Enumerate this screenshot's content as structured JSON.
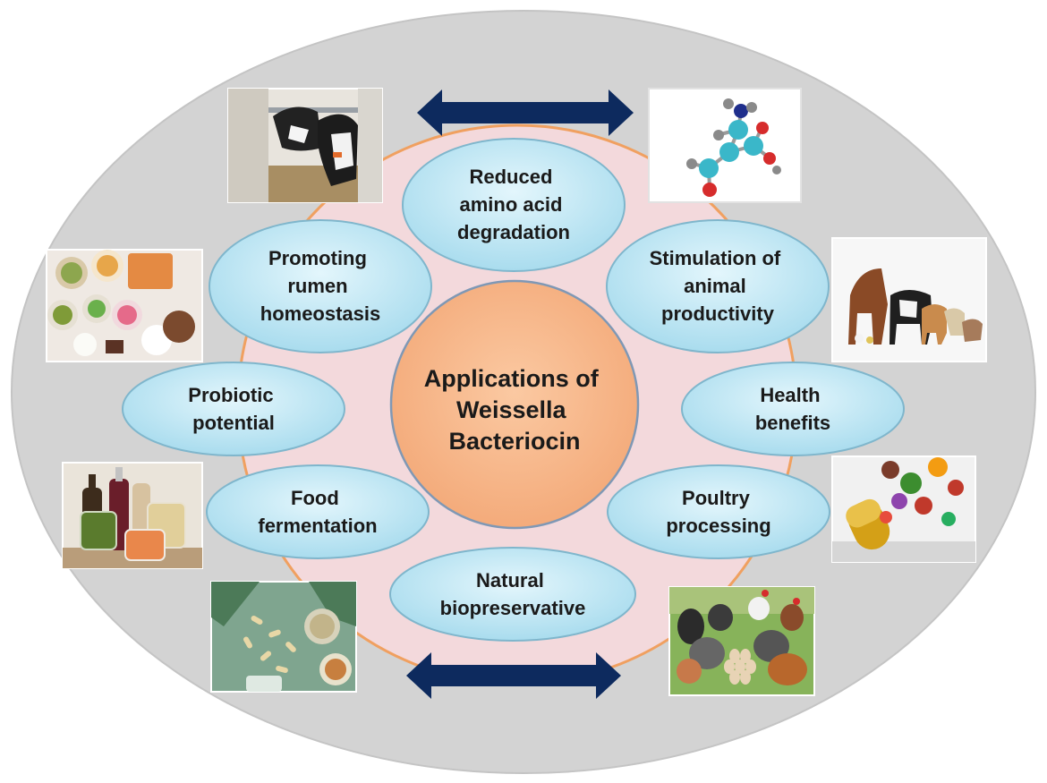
{
  "center": {
    "lines": [
      "Applications of",
      "Weissella",
      "Bacteriocin"
    ]
  },
  "nodes": [
    {
      "id": "reduced-amino-acid-degradation",
      "lines": [
        "Reduced",
        "amino acid",
        "degradation"
      ]
    },
    {
      "id": "stimulation-of-animal-productivity",
      "lines": [
        "Stimulation of",
        "animal",
        "productivity"
      ]
    },
    {
      "id": "health-benefits",
      "lines": [
        "Health",
        "benefits"
      ]
    },
    {
      "id": "poultry-processing",
      "lines": [
        "Poultry",
        "processing"
      ]
    },
    {
      "id": "natural-biopreservative",
      "lines": [
        "Natural",
        "biopreservative"
      ]
    },
    {
      "id": "food-fermentation",
      "lines": [
        "Food",
        "fermentation"
      ]
    },
    {
      "id": "probiotic-potential",
      "lines": [
        "Probiotic",
        "potential"
      ]
    },
    {
      "id": "promoting-rumen-homeostasis",
      "lines": [
        "Promoting",
        "rumen",
        "homeostasis"
      ]
    }
  ],
  "colors": {
    "outer_ellipse": "#d3d3d3",
    "inner_disc": "#f3d9dc",
    "ring_stroke": "#f0a060",
    "center_fill": "#f8b98a",
    "node_fill": "#bfe6f3",
    "node_stroke": "#7fb6cc",
    "arrow": "#0d2a5e"
  },
  "pictures": [
    {
      "id": "cows-feeding-photo"
    },
    {
      "id": "amino-acid-molecule-model"
    },
    {
      "id": "fermented-foods-photo"
    },
    {
      "id": "farm-animals-photo"
    },
    {
      "id": "fermentation-jars-photo"
    },
    {
      "id": "supplement-capsule-photo"
    },
    {
      "id": "herbal-capsules-photo"
    },
    {
      "id": "chickens-photo"
    }
  ]
}
